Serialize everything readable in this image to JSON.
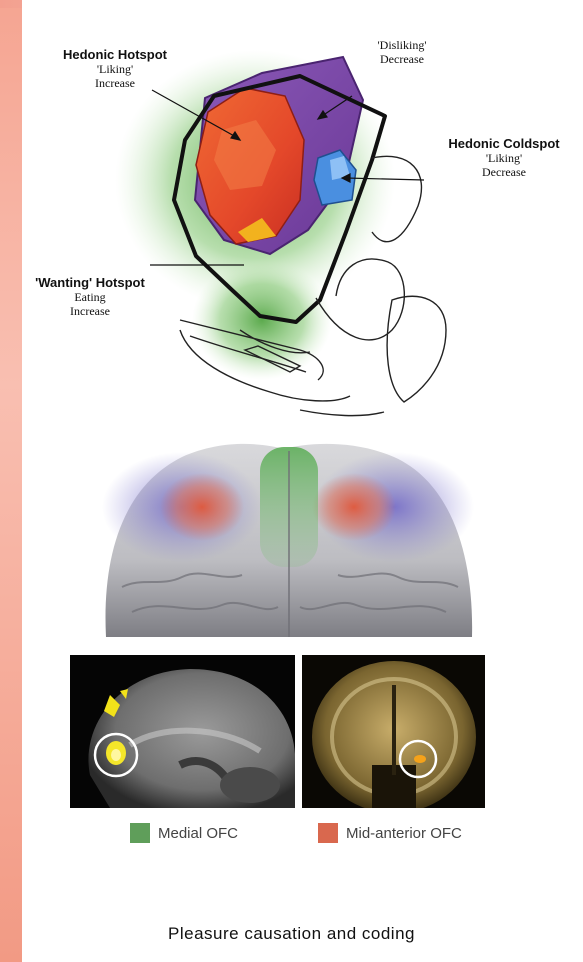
{
  "diagram": {
    "hedonic_hotspot": {
      "title": "Hedonic Hotspot",
      "line1": "'Liking'",
      "line2": "Increase"
    },
    "disliking": {
      "line1": "'Disliking'",
      "line2": "Decrease"
    },
    "hedonic_coldspot": {
      "title": "Hedonic Coldspot",
      "line1": "'Liking'",
      "line2": "Decrease"
    },
    "wanting_hotspot": {
      "title": "'Wanting' Hotspot",
      "line1": "Eating",
      "line2": "Increase"
    }
  },
  "legend": [
    {
      "label": "Medial OFC",
      "color": "#5f9e5a"
    },
    {
      "label": "Mid-anterior OFC",
      "color": "#d9684e"
    }
  ],
  "caption": "Pleasure causation and coding",
  "colors": {
    "hotspot": "#e2512a",
    "disliking": "#7a44a3",
    "coldspot": "#4a8fe0",
    "wanting": "#6fbf4f"
  }
}
